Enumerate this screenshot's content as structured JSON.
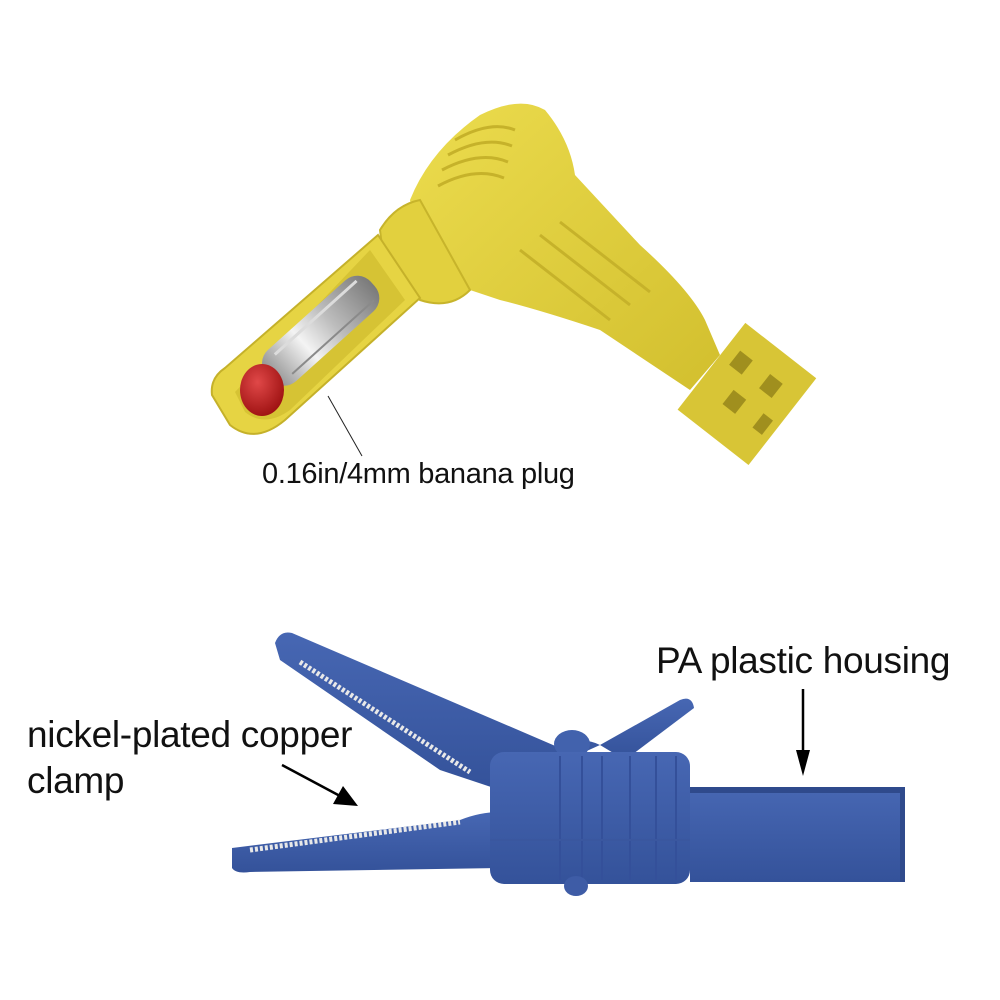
{
  "figure": {
    "type": "annotated-product-illustration",
    "colors": {
      "background": "#ffffff",
      "plug_body": "#e3d23f",
      "plug_shadow": "#c9b52a",
      "plug_tip": "#b81c1c",
      "plug_metal": "#c9c9c9",
      "clip_body": "#3f5ea8",
      "clip_shadow": "#2f4a8c",
      "clip_jaw_metal": "#e6e6e6",
      "label_text": "#111111",
      "arrow": "#000000"
    }
  },
  "banana_plug": {
    "label": "0.16in/4mm banana plug",
    "color_name": "yellow",
    "tip_color_name": "red"
  },
  "alligator_clip": {
    "color_name": "blue",
    "labels": {
      "housing": "PA plastic housing",
      "clamp_line1": "nickel-plated copper",
      "clamp_line2": "clamp"
    }
  }
}
